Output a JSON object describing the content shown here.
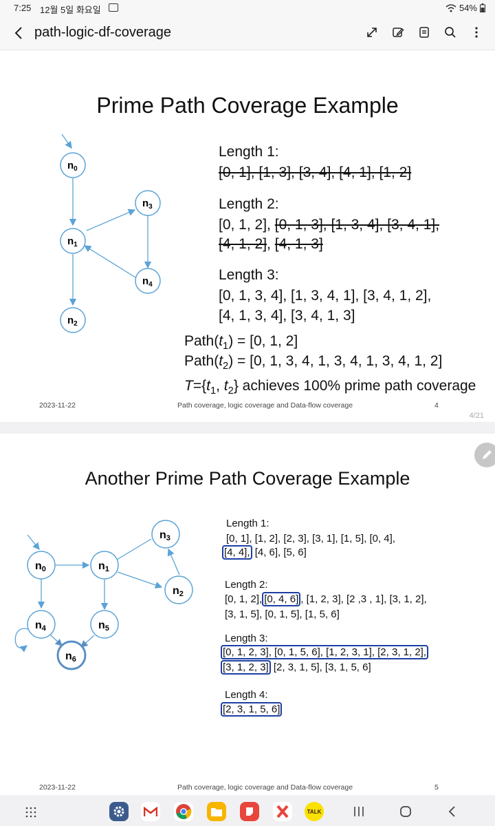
{
  "status": {
    "time": "7:25",
    "date": "12월 5일 화요일",
    "battery": "54%"
  },
  "appbar": {
    "title": "path-logic-df-coverage"
  },
  "slide1": {
    "title": "Prime Path Coverage Example",
    "nodes": {
      "n0": "n",
      "n0s": "0",
      "n1": "n",
      "n1s": "1",
      "n2": "n",
      "n2s": "2",
      "n3": "n",
      "n3s": "3",
      "n4": "n",
      "n4s": "4"
    },
    "len1_label": "Length 1:",
    "len1_line": "[0, 1], [1, 3], [3, 4], [4, 1], [1, 2]",
    "len2_label": "Length 2:",
    "len2_keep": "[0, 1, 2],",
    "len2_strike1": "[0, 1, 3], [1, 3, 4], [3, 4, 1],",
    "len2_strike2": "[4, 1, 2]",
    "len2_sep": ",",
    "len2_strike3": "[4, 1, 3]",
    "len3_label": "Length 3:",
    "len3_line1": "[0, 1, 3, 4], [1, 3, 4, 1], [3, 4, 1, 2],",
    "len3_line2": "[4, 1, 3, 4], [3, 4, 1, 3]",
    "path1_pre": "Path(",
    "path1_t": "t",
    "path1_sub": "1",
    "path1_post": ") = [0, 1, 2]",
    "path2_pre": "Path(",
    "path2_t": "t",
    "path2_sub": "2",
    "path2_post": ") = [0, 1, 3, 4, 1, 3, 4, 1, 3, 4, 1, 2]",
    "concl_T": "T",
    "concl_a": "={",
    "concl_t1": "t",
    "concl_s1": "1",
    "concl_b": ", ",
    "concl_t2": "t",
    "concl_s2": "2",
    "concl_c": "} achieves 100% prime path coverage",
    "footer_date": "2023-11-22",
    "footer_title": "Path coverage, logic coverage and Data-flow coverage",
    "footer_page": "4",
    "page_counter": "4/21"
  },
  "slide2": {
    "title": "Another Prime Path Coverage Example",
    "nodes": {
      "n0": "n",
      "n0s": "0",
      "n1": "n",
      "n1s": "1",
      "n2": "n",
      "n2s": "2",
      "n3": "n",
      "n3s": "3",
      "n4": "n",
      "n4s": "4",
      "n5": "n",
      "n5s": "5",
      "n6": "n",
      "n6s": "6"
    },
    "len1_label": "Length 1:",
    "len1_line1": "[0, 1],  [1, 2],  [2, 3],  [3, 1],  [1, 5],  [0, 4],",
    "len1_box": "[4, 4],",
    "len1_line2": " [4, 6],  [5, 6]",
    "len2_label": "Length 2:",
    "len2_a": "[0, 1,  2],",
    "len2_box": "[0, 4, 6]",
    "len2_b": ", [1, 2, 3], [2 ,3 , 1], [3, 1, 2],",
    "len2_line2": "[3, 1, 5], [0, 1, 5], [1, 5, 6]",
    "len3_label": "Length 3:",
    "len3_line1": "[0, 1,  2, 3], [0, 1, 5, 6], [1, 2, 3, 1], [2, 3, 1, 2],",
    "len3_box2": "[3, 1, 2, 3]",
    "len3_line2": " [2, 3, 1, 5], [3, 1, 5, 6]",
    "len4_label": "Length 4:",
    "len4_box": "[2, 3, 1, 5, 6]",
    "footer_date": "2023-11-22",
    "footer_title": "Path coverage, logic coverage and Data-flow coverage",
    "footer_page": "5"
  },
  "navbar": {
    "apps": [
      "settings",
      "gmail",
      "chrome",
      "my-files",
      "notes",
      "app-x",
      "kakaotalk"
    ],
    "talk_label": "TALK"
  },
  "colors": {
    "node_stroke": "#5ba3d6",
    "edge": "#5ba3d6",
    "highlight_box": "#1d3fa3",
    "final_node": "#5b8fc4"
  }
}
